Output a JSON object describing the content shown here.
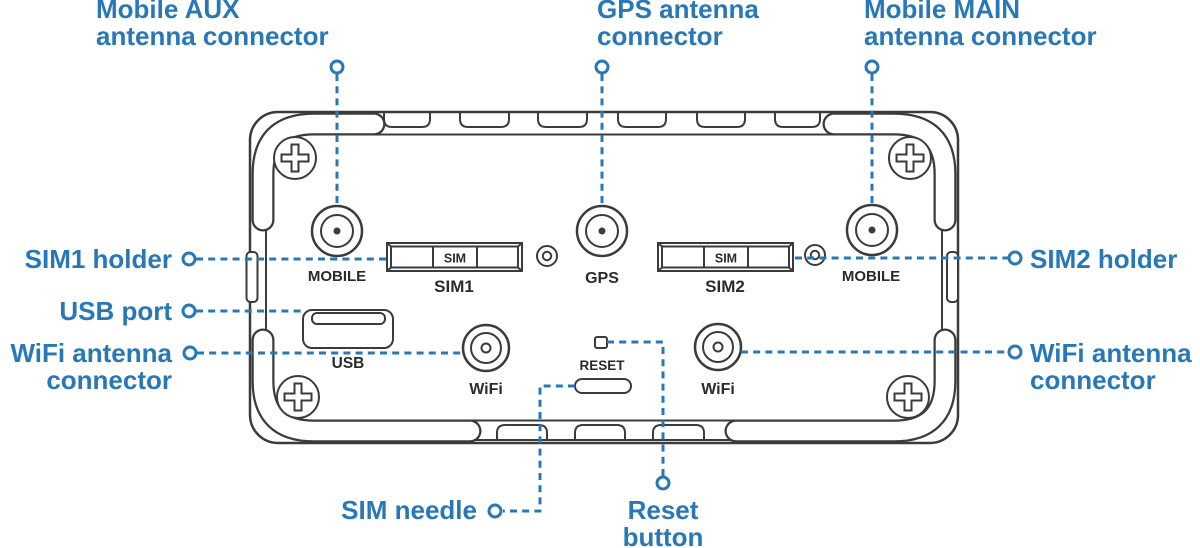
{
  "colors": {
    "accent": "#2878b8",
    "outline": "#3b3b3b",
    "device_text": "#2b2b2b",
    "background": "#ffffff"
  },
  "callouts": {
    "mobile_aux": {
      "line1": "Mobile AUX",
      "line2": "antenna connector"
    },
    "gps": {
      "line1": "GPS antenna",
      "line2": "connector"
    },
    "mobile_main": {
      "line1": "Mobile MAIN",
      "line2": "antenna connector"
    },
    "sim1_holder": {
      "label": "SIM1 holder"
    },
    "usb_port": {
      "label": "USB port"
    },
    "wifi_left": {
      "line1": "WiFi antenna",
      "line2": "connector"
    },
    "sim2_holder": {
      "label": "SIM2 holder"
    },
    "wifi_right": {
      "line1": "WiFi antenna",
      "line2": "connector"
    },
    "sim_needle": {
      "label": "SIM needle"
    },
    "reset_button": {
      "line1": "Reset",
      "line2": "button"
    }
  },
  "device_labels": {
    "mobile_left": "MOBILE",
    "sim1": "SIM1",
    "sim1_chip": "SIM",
    "gps": "GPS",
    "sim2": "SIM2",
    "sim2_chip": "SIM",
    "mobile_right": "MOBILE",
    "usb": "USB",
    "wifi_left": "WiFi",
    "reset": "RESET",
    "wifi_right": "WiFi"
  }
}
